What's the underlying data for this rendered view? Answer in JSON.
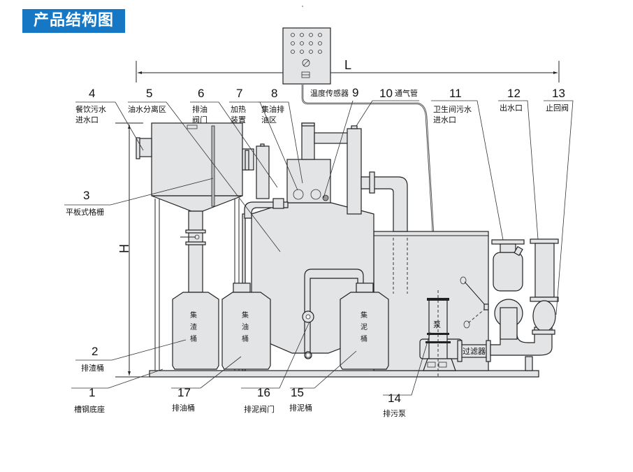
{
  "title": "产品结构图",
  "dimensions": {
    "length": "L",
    "height": "H"
  },
  "callouts": [
    {
      "num": "1",
      "lines": [
        "槽钢底座"
      ]
    },
    {
      "num": "2",
      "lines": [
        "排渣桶"
      ]
    },
    {
      "num": "3",
      "lines": [
        "平板式格栅"
      ]
    },
    {
      "num": "4",
      "lines": [
        "餐饮污水",
        "进水口"
      ]
    },
    {
      "num": "5",
      "lines": [
        "油水分离区"
      ]
    },
    {
      "num": "6",
      "lines": [
        "排油",
        "阀门"
      ]
    },
    {
      "num": "7",
      "lines": [
        "加热",
        "装置"
      ]
    },
    {
      "num": "8",
      "lines": [
        "集油排",
        "油区"
      ]
    },
    {
      "num": "9",
      "lines": [
        "温度传感器"
      ]
    },
    {
      "num": "10",
      "lines": [
        "通气管"
      ]
    },
    {
      "num": "11",
      "lines": [
        "卫生间污水",
        "进水口"
      ]
    },
    {
      "num": "12",
      "lines": [
        "出水口"
      ]
    },
    {
      "num": "13",
      "lines": [
        "止回阀"
      ]
    },
    {
      "num": "14",
      "lines": [
        "排污泵"
      ]
    },
    {
      "num": "15",
      "lines": [
        "排泥桶"
      ]
    },
    {
      "num": "16",
      "lines": [
        "排泥阀门"
      ]
    },
    {
      "num": "17",
      "lines": [
        "排油桶"
      ]
    }
  ],
  "vessel_labels": {
    "slag_bucket": [
      "集",
      "渣",
      "桶"
    ],
    "oil_bucket": [
      "集",
      "油",
      "桶"
    ],
    "mud_bucket": [
      "集",
      "泥",
      "桶"
    ],
    "pump": "泵",
    "filter": "过滤器"
  }
}
